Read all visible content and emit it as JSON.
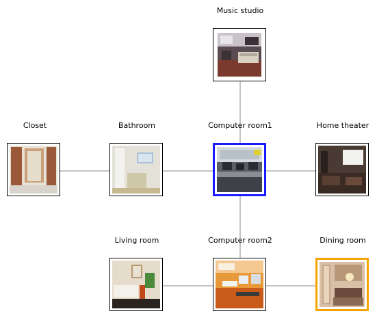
{
  "colors": {
    "edge": "#888888",
    "current_room_border": "#1a1aff",
    "target_room_border": "#f5a300"
  },
  "rooms": {
    "music_studio": {
      "label": "Music studio",
      "image": "music-studio-photo"
    },
    "closet": {
      "label": "Closet",
      "image": "closet-photo"
    },
    "bathroom": {
      "label": "Bathroom",
      "image": "bathroom-photo"
    },
    "computer_room1": {
      "label": "Computer room1",
      "image": "computer-room-photo",
      "highlight": "blue"
    },
    "home_theater": {
      "label": "Home theater",
      "image": "home-theater-photo"
    },
    "living_room": {
      "label": "Living room",
      "image": "living-room-photo"
    },
    "computer_room2": {
      "label": "Computer room2",
      "image": "computer-room-photo"
    },
    "dining_room": {
      "label": "Dining room",
      "image": "dining-room-photo",
      "highlight": "orange"
    }
  },
  "connections": [
    [
      "closet",
      "bathroom"
    ],
    [
      "bathroom",
      "computer_room1"
    ],
    [
      "computer_room1",
      "home_theater"
    ],
    [
      "music_studio",
      "computer_room1"
    ],
    [
      "computer_room1",
      "computer_room2"
    ],
    [
      "living_room",
      "computer_room2"
    ],
    [
      "computer_room2",
      "dining_room"
    ]
  ]
}
